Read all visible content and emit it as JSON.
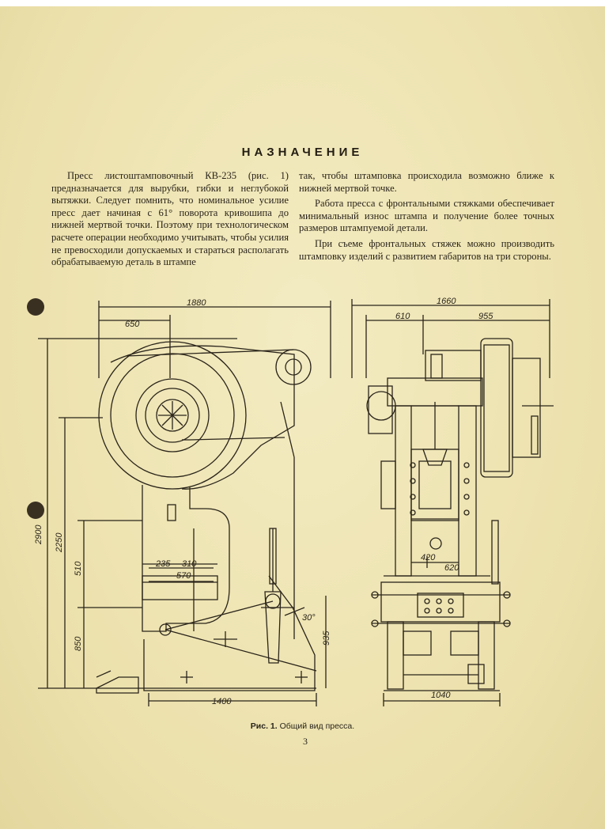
{
  "heading": "НАЗНАЧЕНИЕ",
  "left_paragraphs": [
    "Пресс листоштамповочный КВ-235 (рис. 1) предназначается для вырубки, гибки и неглубокой вытяжки. Следует помнить, что номинальное усилие пресс дает начиная с 61° поворота кривошипа до нижней мертвой точки. Поэтому при технологическом расчете операции необходимо учитывать, чтобы усилия не превосходили допускаемых и стараться располагать обрабатываемую деталь в штампе"
  ],
  "right_paragraphs": [
    "так, чтобы штамповка происходила возможно ближе к нижней мертвой точке.",
    "Работа пресса с фронтальными стяжками обеспечивает минимальный износ штампа и получение более точных размеров штампуемой детали.",
    "При съеме фронтальных стяжек можно производить штамповку изделий с развитием габаритов на три стороны."
  ],
  "figure": {
    "side_view_dims": {
      "overall_width": "1880",
      "flywheel_offset": "650",
      "overall_height": "2900",
      "height_2250": "2250",
      "height_510": "510",
      "height_850": "850",
      "dim_235": "235",
      "dim_310": "310",
      "dim_570": "570",
      "dim_935": "935",
      "base_length": "1400",
      "angle": "30°"
    },
    "front_view_dims": {
      "overall_width": "1660",
      "left_offset": "610",
      "right_offset": "955",
      "dim_420": "420",
      "dim_620": "620",
      "base_width": "1040"
    }
  },
  "caption_label": "Рис. 1.",
  "caption_text": "Общий вид пресса.",
  "page_number": "3"
}
